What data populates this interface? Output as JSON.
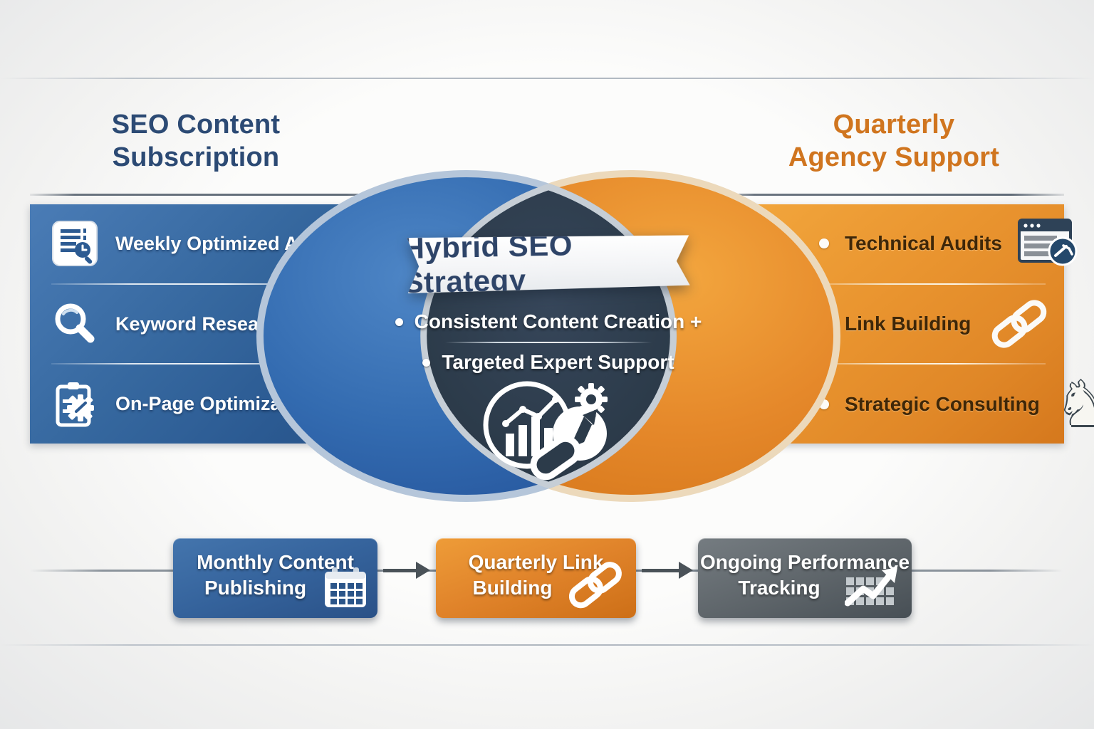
{
  "titles": {
    "left": {
      "line1": "SEO Content",
      "line2": "Subscription",
      "color": "#2c4a74"
    },
    "right": {
      "line1": "Quarterly",
      "line2": "Agency Support",
      "color": "#d0751f"
    }
  },
  "left_panel": {
    "items": [
      {
        "label": "Weekly Optimized Articles",
        "icon": "article-document-icon"
      },
      {
        "label": "Keyword Research",
        "icon": "magnifier-icon"
      },
      {
        "label": "On-Page Optimization",
        "icon": "clipboard-gear-icon"
      }
    ]
  },
  "right_panel": {
    "items": [
      {
        "label": "Technical Audits",
        "icon": "browser-audit-icon"
      },
      {
        "label": "Link Building",
        "icon": "chain-link-icon"
      },
      {
        "label": "Strategic Consulting",
        "icon": "chess-knight-icon"
      }
    ]
  },
  "center": {
    "banner": "Hybrid SEO Strategy",
    "bullets": [
      "Consistent Content Creation +",
      "Targeted Expert Support"
    ],
    "icon": "analytics-gear-link-icon"
  },
  "flow": {
    "steps": [
      {
        "line1": "Monthly Content",
        "line2": "Publishing",
        "icon": "calendar-icon",
        "color": "#35639c"
      },
      {
        "line1": "Quarterly Link",
        "line2": "Building",
        "icon": "chain-link-icon",
        "color": "#e0832a"
      },
      {
        "line1": "Ongoing Performance",
        "line2": "Tracking",
        "icon": "performance-chart-icon",
        "color": "#5d6469"
      }
    ]
  },
  "colors": {
    "venn_left": "#336bb0",
    "venn_right": "#e5882a",
    "venn_overlap": "#2c3b4a",
    "arrow": "#4a5258",
    "background": "#f7f7f6"
  },
  "knight_glyph": "♞"
}
